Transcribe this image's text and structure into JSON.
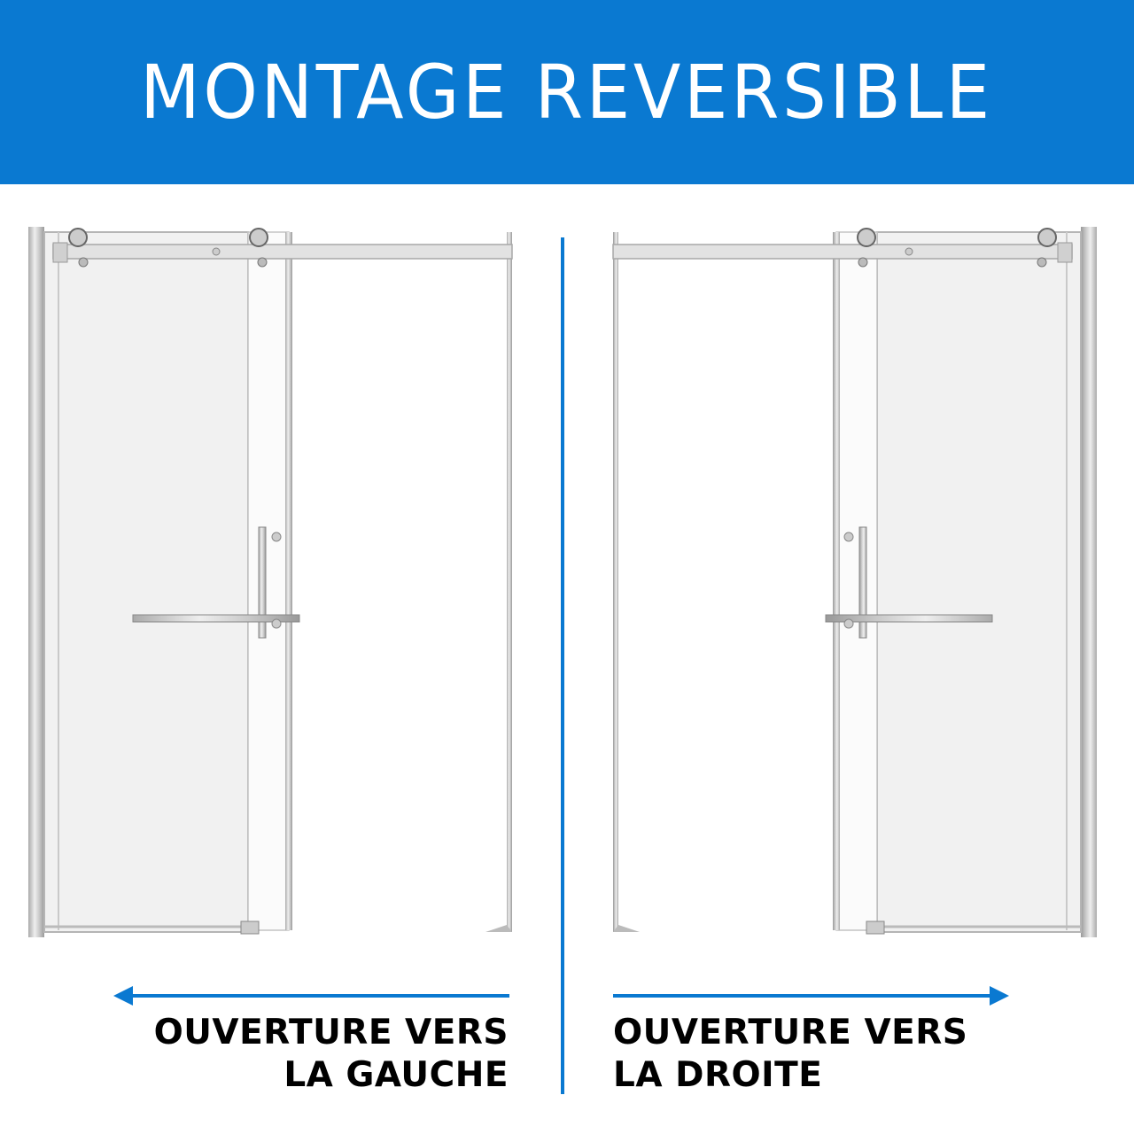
{
  "header": {
    "title": "MONTAGE REVERSIBLE"
  },
  "left": {
    "line1": "OUVERTURE VERS",
    "line2": "LA GAUCHE",
    "arrow_direction": "left"
  },
  "right": {
    "line1": "OUVERTURE VERS",
    "line2": "LA DROITE",
    "arrow_direction": "right"
  },
  "colors": {
    "brand_blue": "#0a79d1"
  }
}
